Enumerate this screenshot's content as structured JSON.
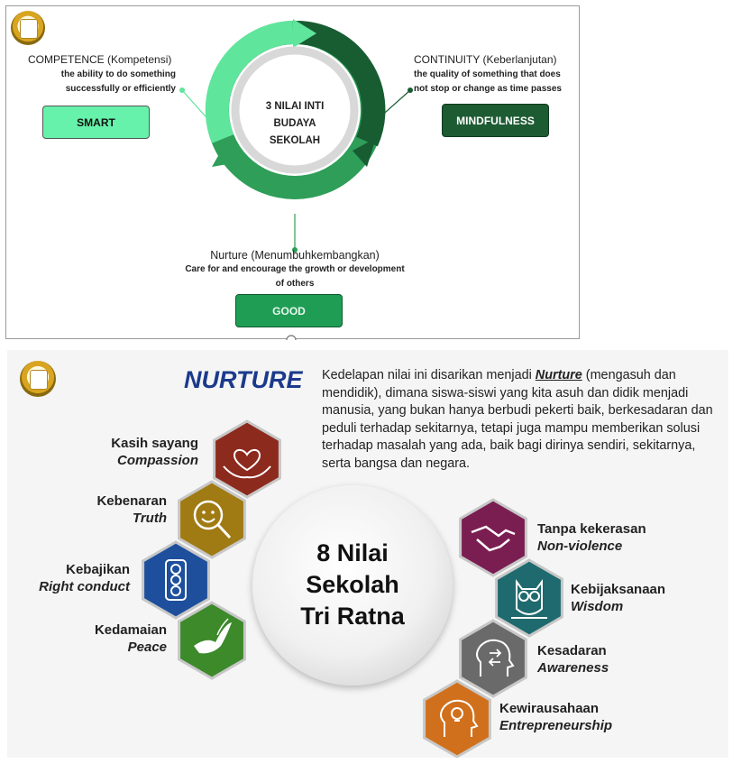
{
  "top": {
    "center_lines": [
      "3 NILAI INTI",
      "BUDAYA",
      "SEKOLAH"
    ],
    "competence": {
      "title": "COMPETENCE (Kompetensi)",
      "desc": [
        "the ability to do something",
        "successfully or efficiently"
      ],
      "button": "SMART",
      "button_color": "#66f2ab"
    },
    "continuity": {
      "title": "CONTINUITY (Keberlanjutan)",
      "desc": [
        "the quality of something that does",
        "not stop or change as time passes"
      ],
      "button": "MINDFULNESS",
      "button_color": "#1d5b33"
    },
    "nurture": {
      "title": "Nurture (Menumbuhkembangkan)",
      "desc": [
        "Care for and encourage the growth or development",
        "of others"
      ],
      "button": "GOOD",
      "button_color": "#1f9d55"
    }
  },
  "bottom": {
    "heading": "NURTURE",
    "para": {
      "p1": "Kedelapan nilai ini disarikan menjadi ",
      "bold": "Nurture",
      "p2": " (mengasuh dan mendidik), dimana siswa-siswi yang kita asuh dan didik menjadi manusia, yang bukan hanya berbudi pekerti baik, berkesadaran dan peduli terhadap sekitarnya, tetapi juga mampu memberikan solusi terhadap masalah yang ada, baik bagi dirinya sendiri, sekitarnya, serta bangsa dan negara."
    },
    "center_lines": [
      "8 Nilai",
      "Sekolah",
      "Tri Ratna"
    ],
    "values": [
      {
        "id": "compassion",
        "l1": "Kasih sayang",
        "l2": "Compassion",
        "color": "#8c2a1e",
        "icon": "hands-heart-icon"
      },
      {
        "id": "truth",
        "l1": "Kebenaran",
        "l2": "Truth",
        "color": "#a07a12",
        "icon": "magnifier-face-icon"
      },
      {
        "id": "right-conduct",
        "l1": "Kebajikan",
        "l2": "Right conduct",
        "color": "#1d4f9c",
        "icon": "traffic-light-icon"
      },
      {
        "id": "peace",
        "l1": "Kedamaian",
        "l2": "Peace",
        "color": "#3c8a2a",
        "icon": "dove-icon"
      },
      {
        "id": "non-violence",
        "l1": "Tanpa kekerasan",
        "l2": "Non-violence",
        "color": "#7a1e52",
        "icon": "handshake-icon"
      },
      {
        "id": "wisdom",
        "l1": "Kebijaksanaan",
        "l2": "Wisdom",
        "color": "#1f6a6e",
        "icon": "owl-icon"
      },
      {
        "id": "awareness",
        "l1": "Kesadaran",
        "l2": "Awareness",
        "color": "#6a6a6a",
        "icon": "head-arrows-icon"
      },
      {
        "id": "entrepreneurship",
        "l1": "Kewirausahaan",
        "l2": "Entrepreneurship",
        "color": "#d1701c",
        "icon": "head-bulb-icon"
      }
    ]
  }
}
